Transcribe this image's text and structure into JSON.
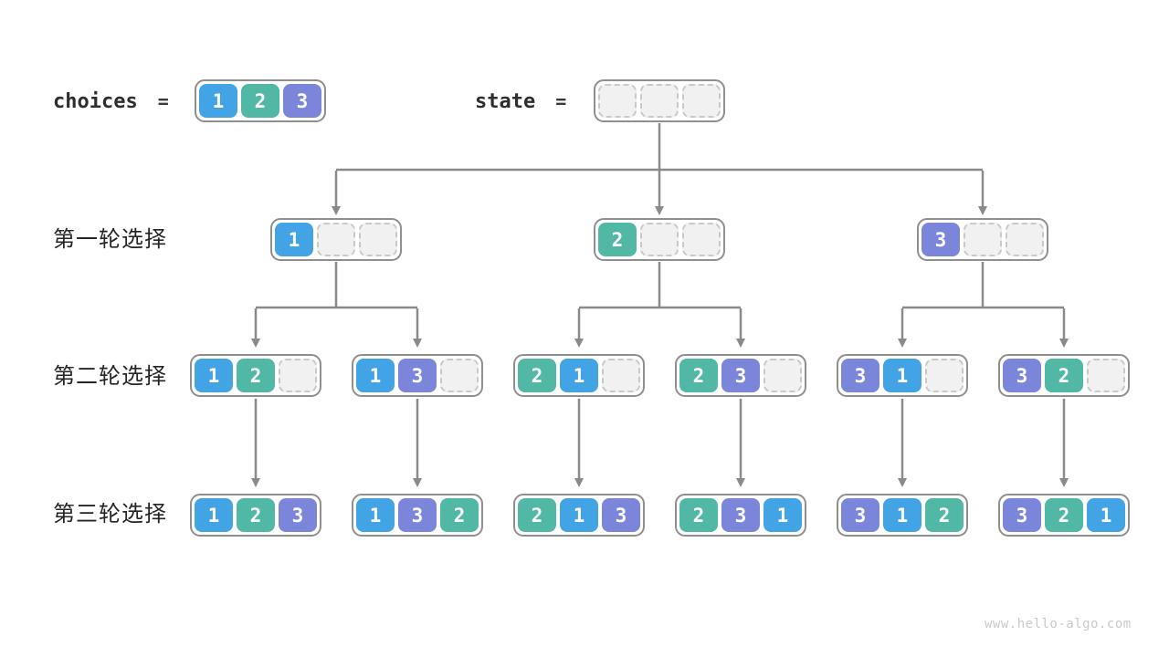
{
  "header": {
    "choices_label": "choices",
    "state_label": "state",
    "equals": "="
  },
  "choices": [
    "1",
    "2",
    "3"
  ],
  "state": [
    "",
    "",
    ""
  ],
  "rounds": [
    {
      "label": "第一轮选择",
      "nodes": [
        [
          "1",
          "",
          ""
        ],
        [
          "2",
          "",
          ""
        ],
        [
          "3",
          "",
          ""
        ]
      ]
    },
    {
      "label": "第二轮选择",
      "nodes": [
        [
          "1",
          "2",
          ""
        ],
        [
          "1",
          "3",
          ""
        ],
        [
          "2",
          "1",
          ""
        ],
        [
          "2",
          "3",
          ""
        ],
        [
          "3",
          "1",
          ""
        ],
        [
          "3",
          "2",
          ""
        ]
      ]
    },
    {
      "label": "第三轮选择",
      "nodes": [
        [
          "1",
          "2",
          "3"
        ],
        [
          "1",
          "3",
          "2"
        ],
        [
          "2",
          "1",
          "3"
        ],
        [
          "2",
          "3",
          "1"
        ],
        [
          "3",
          "1",
          "2"
        ],
        [
          "3",
          "2",
          "1"
        ]
      ]
    }
  ],
  "footer": {
    "website": "www.hello-algo.com"
  },
  "colors": {
    "values": {
      "1": "#42A4E5",
      "2": "#50B8A4",
      "3": "#7B86DB"
    },
    "empty_cell_fill": "#F1F1F1",
    "empty_cell_border": "#C9C9C9",
    "node_border": "#8F8F8F",
    "arrow": "#8A8A8A",
    "text": "#2E2E2E",
    "footer_text": "#C9C9C9"
  }
}
